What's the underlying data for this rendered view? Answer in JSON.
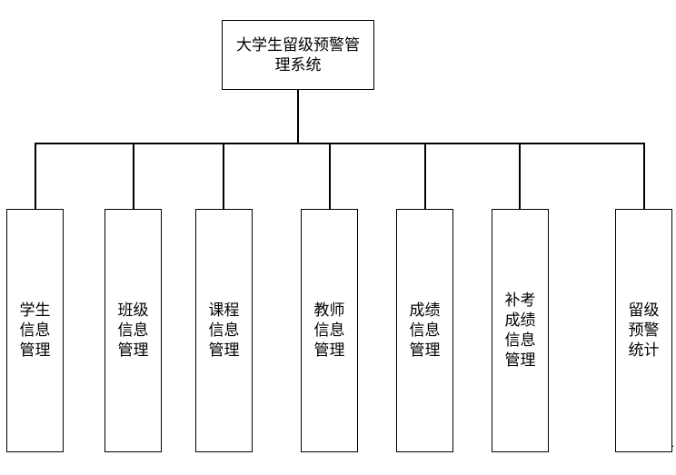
{
  "diagram": {
    "root": {
      "label": "大学生留级预警管\n理系统"
    },
    "children": [
      {
        "label": "学生\n信息\n管理"
      },
      {
        "label": "班级\n信息\n管理"
      },
      {
        "label": "课程\n信息\n管理"
      },
      {
        "label": "教师\n信息\n管理"
      },
      {
        "label": "成绩\n信息\n管理"
      },
      {
        "label": "补考\n成绩\n信息\n管理"
      },
      {
        "label": "留级\n预警\n统计"
      }
    ],
    "end_mark": "."
  }
}
